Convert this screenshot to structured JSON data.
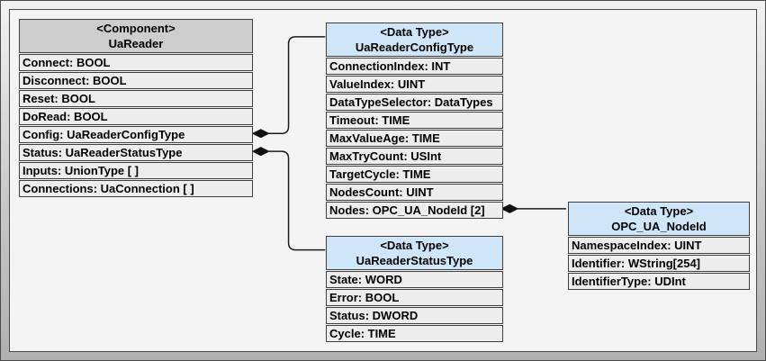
{
  "diagram": {
    "boxes": [
      {
        "id": "uareader",
        "stereotype": "<Component>",
        "name": "UaReader",
        "header_bg": "#cdcdcd",
        "rows": [
          "Connect: BOOL",
          "Disconnect: BOOL",
          "Reset: BOOL",
          "DoRead: BOOL",
          "Config: UaReaderConfigType",
          "Status: UaReaderStatusType",
          "Inputs: UnionType [ ]",
          "Connections: UaConnection [ ]"
        ]
      },
      {
        "id": "uareaderconfigtype",
        "stereotype": "<Data Type>",
        "name": "UaReaderConfigType",
        "header_bg": "#cfe6f9",
        "rows": [
          "ConnectionIndex: INT",
          "ValueIndex: UINT",
          "DataTypeSelector: DataTypes",
          "Timeout: TIME",
          "MaxValueAge: TIME",
          "MaxTryCount: USInt",
          "TargetCycle: TIME",
          "NodesCount: UINT",
          "Nodes: OPC_UA_NodeId [2]"
        ]
      },
      {
        "id": "uareaderstatustype",
        "stereotype": "<Data Type>",
        "name": "UaReaderStatusType",
        "header_bg": "#cfe6f9",
        "rows": [
          "State: WORD",
          "Error: BOOL",
          "Status: DWORD",
          "Cycle: TIME"
        ]
      },
      {
        "id": "opc_ua_nodeid",
        "stereotype": "<Data Type>",
        "name": "OPC_UA_NodeId",
        "header_bg": "#cfe6f9",
        "rows": [
          "NamespaceIndex: UINT",
          "Identifier: WString[254]",
          "IdentifierType: UDInt"
        ]
      }
    ],
    "connectors": [
      {
        "from": "UaReader.Config",
        "to": "UaReaderConfigType",
        "kind": "composition"
      },
      {
        "from": "UaReader.Status",
        "to": "UaReaderStatusType",
        "kind": "composition"
      },
      {
        "from": "UaReaderConfigType.Nodes",
        "to": "OPC_UA_NodeId",
        "kind": "composition"
      }
    ]
  },
  "colors": {
    "component_header": "#cdcdcd",
    "datatype_header": "#cfe6f9",
    "row_background": "#ededed",
    "panel_background": "#f4f4f4",
    "border": "#3e3e3e",
    "connector": "#1b1b1b"
  }
}
